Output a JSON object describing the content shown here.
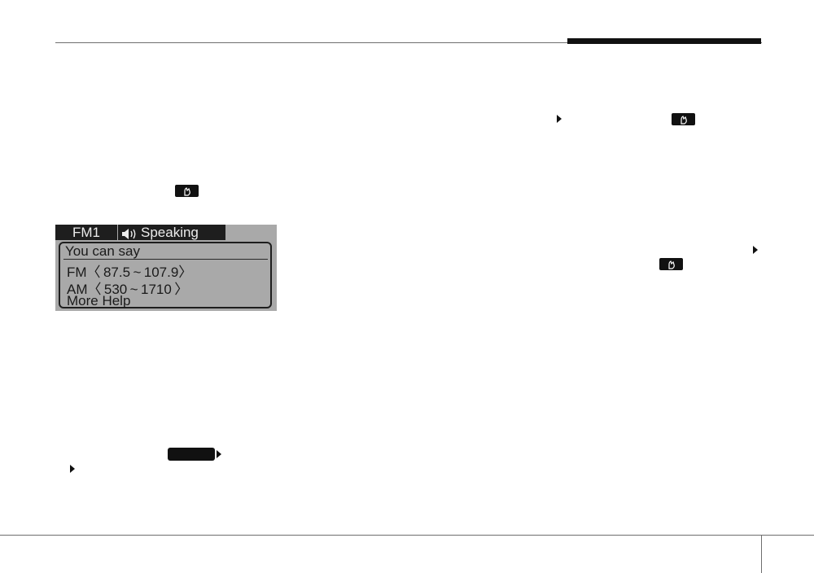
{
  "screen": {
    "tab_band": "FM1",
    "tab_status": "Speaking",
    "prompt": "You can say",
    "line_fm": "FM〈 87.5 ~ 107.9〉",
    "line_am": "AM〈 530 ~ 1710 〉",
    "line_help": "More Help"
  },
  "icons": {
    "talk": "talk-button-icon",
    "arrow": "right-triangle-icon",
    "speaker": "speaker-icon"
  },
  "colors": {
    "lcd_background": "#a9a9a9",
    "lcd_dark": "#1e1e1e",
    "rule": "#6e6e6e",
    "accent_bar": "#111111"
  }
}
